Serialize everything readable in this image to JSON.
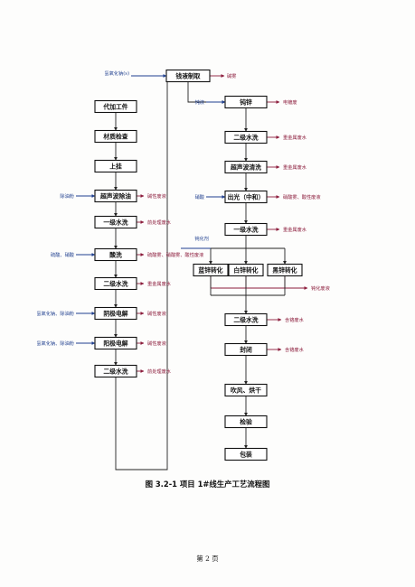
{
  "caption": "图 3.2-1    项目 1#线生产工艺流程图",
  "page_number": "第 2 页",
  "colors": {
    "process_line": "#222222",
    "output_arrow": "#8b1a3a",
    "input_arrow": "#1f3f8f"
  },
  "top": {
    "process": "钱液制取",
    "input": "氢氧化钠(s)",
    "output": "碱雾"
  },
  "left_column": [
    {
      "label": "代加工件"
    },
    {
      "label": "材质检查"
    },
    {
      "label": "上挂"
    },
    {
      "label": "超声波除油",
      "input": "除油粉",
      "output": "碱性废液"
    },
    {
      "label": "一级水洗",
      "output": "前处理废水"
    },
    {
      "label": "酸洗",
      "input": "硫酸、硝酸",
      "output": "硫酸雾、硝酸雾、酸性废液"
    },
    {
      "label": "二级水洗",
      "output": "重金属废水"
    },
    {
      "label": "阴极电解",
      "input": "氢氧化钠、除油粉",
      "output": "碱性废液"
    },
    {
      "label": "阳极电解",
      "input": "氢氧化钠、除油粉",
      "output": "碱性废液"
    },
    {
      "label": "二级水洗",
      "output": "前处理废水"
    }
  ],
  "right_column": [
    {
      "label": "钝锌",
      "input": "钝液",
      "output": "电镀废"
    },
    {
      "label": "二级水洗",
      "output": "重金属废水"
    },
    {
      "label": "超声波清洗",
      "output": "重金属废水"
    },
    {
      "label": "出光（中和）",
      "input": "硝酸",
      "output": "硝酸雾、酸性废液"
    },
    {
      "label": "一级水洗",
      "output": "重金属废水"
    }
  ],
  "passivation": {
    "input": "钝化剂",
    "output": "钝化废液",
    "branches": [
      "蓝锌转化",
      "白锌转化",
      "黑锌转化"
    ]
  },
  "right_lower": [
    {
      "label": "二级水洗",
      "output": "含铬废水"
    },
    {
      "label": "封闭",
      "output": "含铬废水"
    },
    {
      "label": "吹风、烘干"
    },
    {
      "label": "检验"
    },
    {
      "label": "包装"
    }
  ]
}
